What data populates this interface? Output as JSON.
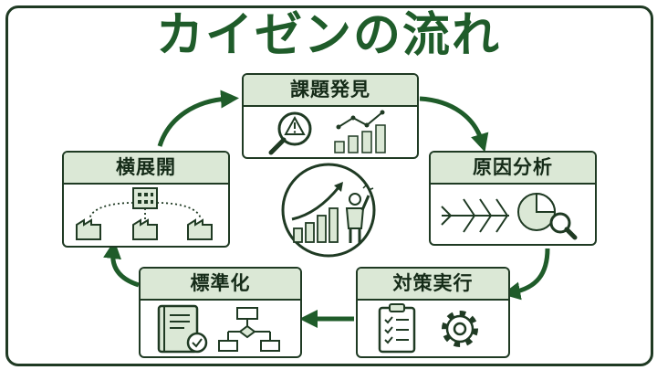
{
  "title": "カイゼンの流れ",
  "steps": [
    {
      "label": "課題発見",
      "icons": [
        "magnifier-warning-icon",
        "bar-line-chart-icon"
      ]
    },
    {
      "label": "原因分析",
      "icons": [
        "fishbone-diagram-icon",
        "pie-chart-magnifier-icon"
      ]
    },
    {
      "label": "対策実行",
      "icons": [
        "clipboard-checklist-icon",
        "gear-icon"
      ]
    },
    {
      "label": "標準化",
      "icons": [
        "manual-check-icon",
        "flowchart-icon"
      ]
    },
    {
      "label": "横展開",
      "icons": [
        "factory-network-icon"
      ]
    }
  ],
  "center_icon": "growth-chart-person-icon",
  "colors": {
    "accent": "#1f5c2a",
    "fill_light": "#dbe8d6",
    "stroke": "#1f3a23"
  }
}
